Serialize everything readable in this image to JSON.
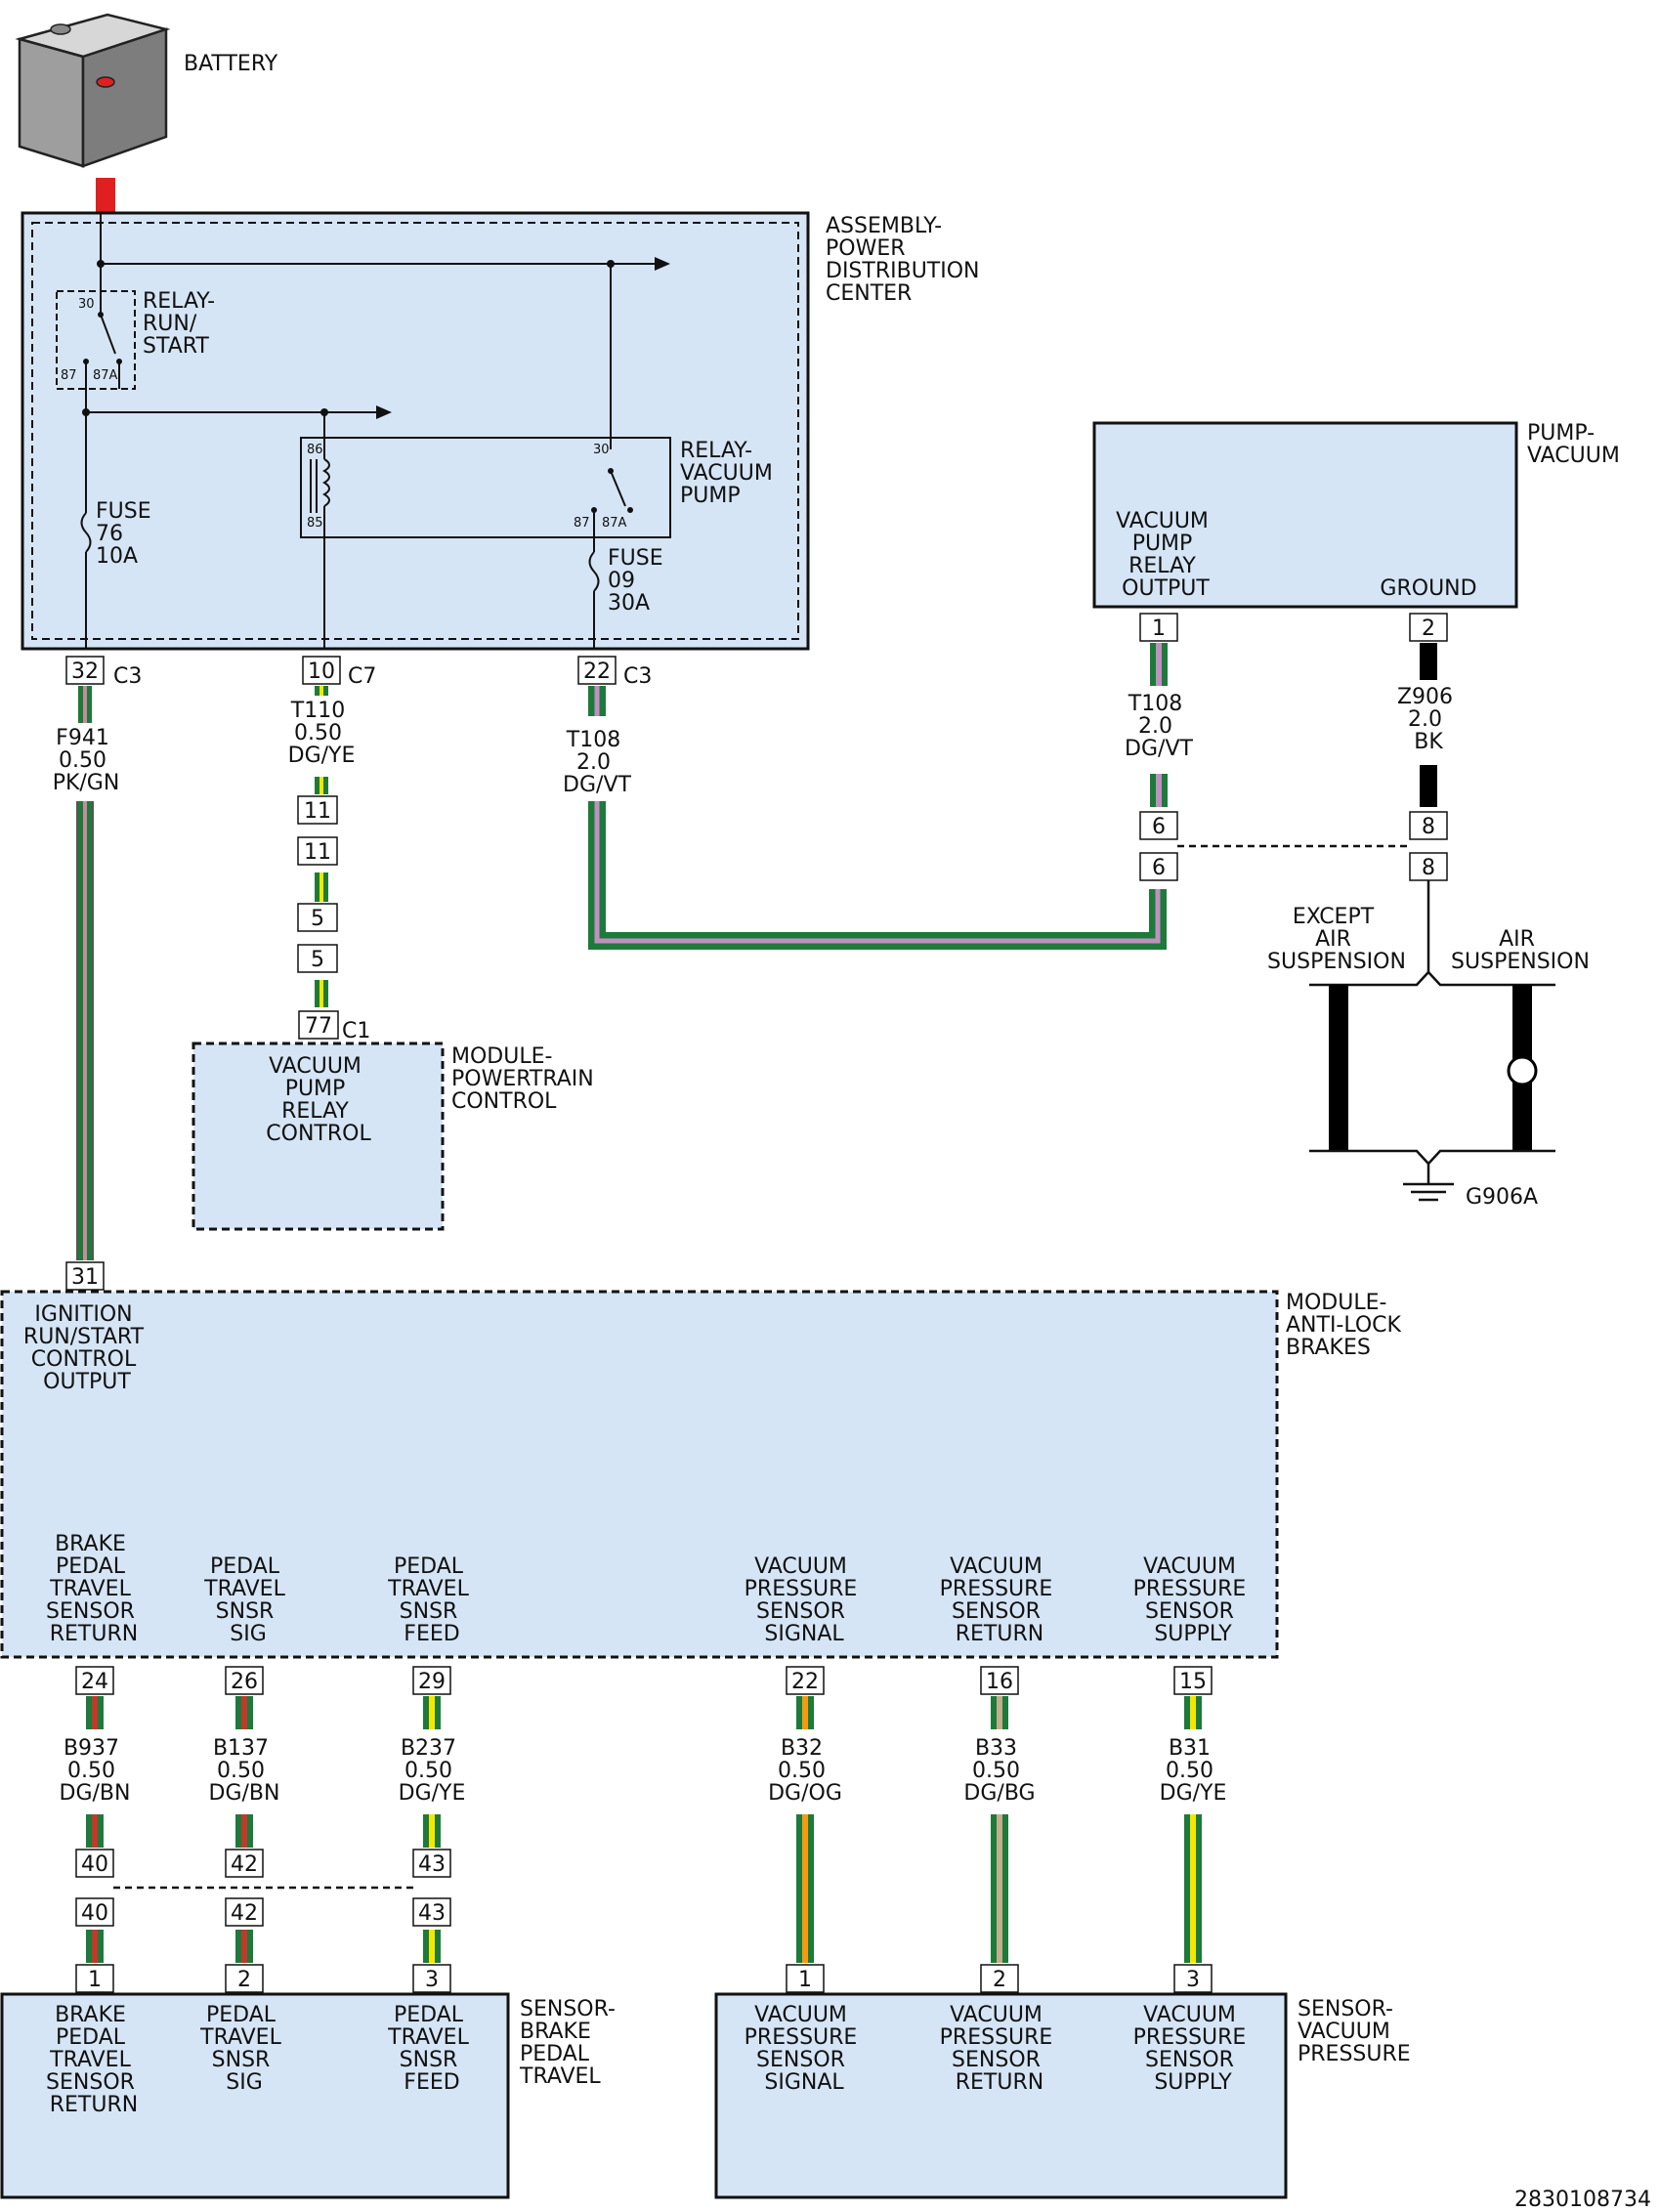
{
  "battery": {
    "label": "BATTERY"
  },
  "pdc": {
    "title": [
      "ASSEMBLY-",
      "POWER",
      "DISTRIBUTION",
      "CENTER"
    ],
    "relay_run": [
      "RELAY-",
      "RUN/",
      "START"
    ],
    "relay_run_pins": {
      "p30": "30",
      "p87": "87",
      "p87a": "87A"
    },
    "relay_vac": [
      "RELAY-",
      "VACUUM",
      "PUMP"
    ],
    "relay_vac_pins": {
      "p86": "86",
      "p85": "85",
      "p30": "30",
      "p87": "87",
      "p87a": "87A"
    },
    "fuse76": [
      "FUSE",
      "76",
      "10A"
    ],
    "fuse09": [
      "FUSE",
      "09",
      "30A"
    ]
  },
  "connectors": {
    "c3_32": "32",
    "c3_32_name": "C3",
    "c7_10": "10",
    "c7_10_name": "C7",
    "c3_22": "22",
    "c3_22_name": "C3",
    "inline_11a": "11",
    "inline_11b": "11",
    "inline_5a": "5",
    "inline_5b": "5",
    "pcm_77": "77",
    "pcm_77_name": "C1",
    "abs_31": "31",
    "pump_1": "1",
    "pump_2": "2",
    "inline_6a": "6",
    "inline_6b": "6",
    "inline_8a": "8",
    "inline_8b": "8",
    "abs_24": "24",
    "abs_26": "26",
    "abs_29": "29",
    "abs_22": "22",
    "abs_16": "16",
    "abs_15": "15",
    "inline_40a": "40",
    "inline_40b": "40",
    "inline_42a": "42",
    "inline_42b": "42",
    "inline_43a": "43",
    "inline_43b": "43",
    "bp_1": "1",
    "bp_2": "2",
    "bp_3": "3",
    "vp_1": "1",
    "vp_2": "2",
    "vp_3": "3"
  },
  "wires": {
    "f941": [
      "F941",
      "0.50",
      "PK/GN"
    ],
    "t110": [
      "T110",
      "0.50",
      "DG/YE"
    ],
    "t108a": [
      "T108",
      "2.0",
      "DG/VT"
    ],
    "t108b": [
      "T108",
      "2.0",
      "DG/VT"
    ],
    "z906": [
      "Z906",
      "2.0",
      "BK"
    ],
    "b937": [
      "B937",
      "0.50",
      "DG/BN"
    ],
    "b137": [
      "B137",
      "0.50",
      "DG/BN"
    ],
    "b237": [
      "B237",
      "0.50",
      "DG/YE"
    ],
    "b32": [
      "B32",
      "0.50",
      "DG/OG"
    ],
    "b33": [
      "B33",
      "0.50",
      "DG/BG"
    ],
    "b31": [
      "B31",
      "0.50",
      "DG/YE"
    ]
  },
  "pcm": {
    "title": [
      "MODULE-",
      "POWERTRAIN",
      "CONTROL"
    ],
    "inner": [
      "VACUUM",
      "PUMP",
      "RELAY",
      "CONTROL"
    ]
  },
  "pump": {
    "title": [
      "PUMP-",
      "VACUUM"
    ],
    "out": [
      "VACUUM",
      "PUMP",
      "RELAY",
      "OUTPUT"
    ],
    "ground": "GROUND"
  },
  "ground": {
    "except": [
      "EXCEPT",
      "AIR",
      "SUSPENSION"
    ],
    "air": [
      "AIR",
      "SUSPENSION"
    ],
    "name": "G906A"
  },
  "abs": {
    "title": [
      "MODULE-",
      "ANTI-LOCK",
      "BRAKES"
    ],
    "ign": [
      "IGNITION",
      "RUN/START",
      "CONTROL",
      "OUTPUT"
    ],
    "p24": [
      "BRAKE",
      "PEDAL",
      "TRAVEL",
      "SENSOR",
      "RETURN"
    ],
    "p26": [
      "PEDAL",
      "TRAVEL",
      "SNSR",
      "SIG"
    ],
    "p29": [
      "PEDAL",
      "TRAVEL",
      "SNSR",
      "FEED"
    ],
    "p22": [
      "VACUUM",
      "PRESSURE",
      "SENSOR",
      "SIGNAL"
    ],
    "p16": [
      "VACUUM",
      "PRESSURE",
      "SENSOR",
      "RETURN"
    ],
    "p15": [
      "VACUUM",
      "PRESSURE",
      "SENSOR",
      "SUPPLY"
    ]
  },
  "sensor_bp": {
    "title": [
      "SENSOR-",
      "BRAKE",
      "PEDAL",
      "TRAVEL"
    ],
    "p1": [
      "BRAKE",
      "PEDAL",
      "TRAVEL",
      "SENSOR",
      "RETURN"
    ],
    "p2": [
      "PEDAL",
      "TRAVEL",
      "SNSR",
      "SIG"
    ],
    "p3": [
      "PEDAL",
      "TRAVEL",
      "SNSR",
      "FEED"
    ]
  },
  "sensor_vp": {
    "title": [
      "SENSOR-",
      "VACUUM",
      "PRESSURE"
    ],
    "p1": [
      "VACUUM",
      "PRESSURE",
      "SENSOR",
      "SIGNAL"
    ],
    "p2": [
      "VACUUM",
      "PRESSURE",
      "SENSOR",
      "RETURN"
    ],
    "p3": [
      "VACUUM",
      "PRESSURE",
      "SENSOR",
      "SUPPLY"
    ]
  },
  "figure_id": "2830108734",
  "colors": {
    "box_fill": "#d5e5f5",
    "dg": "#1e7a3a",
    "pk": "#c98a9c",
    "vt": "#c090c0",
    "ye": "#f4e800",
    "bn": "#c0392b",
    "og": "#f39c12",
    "bg": "#c2ad8c",
    "bk": "#000000",
    "red": "#e02020"
  }
}
